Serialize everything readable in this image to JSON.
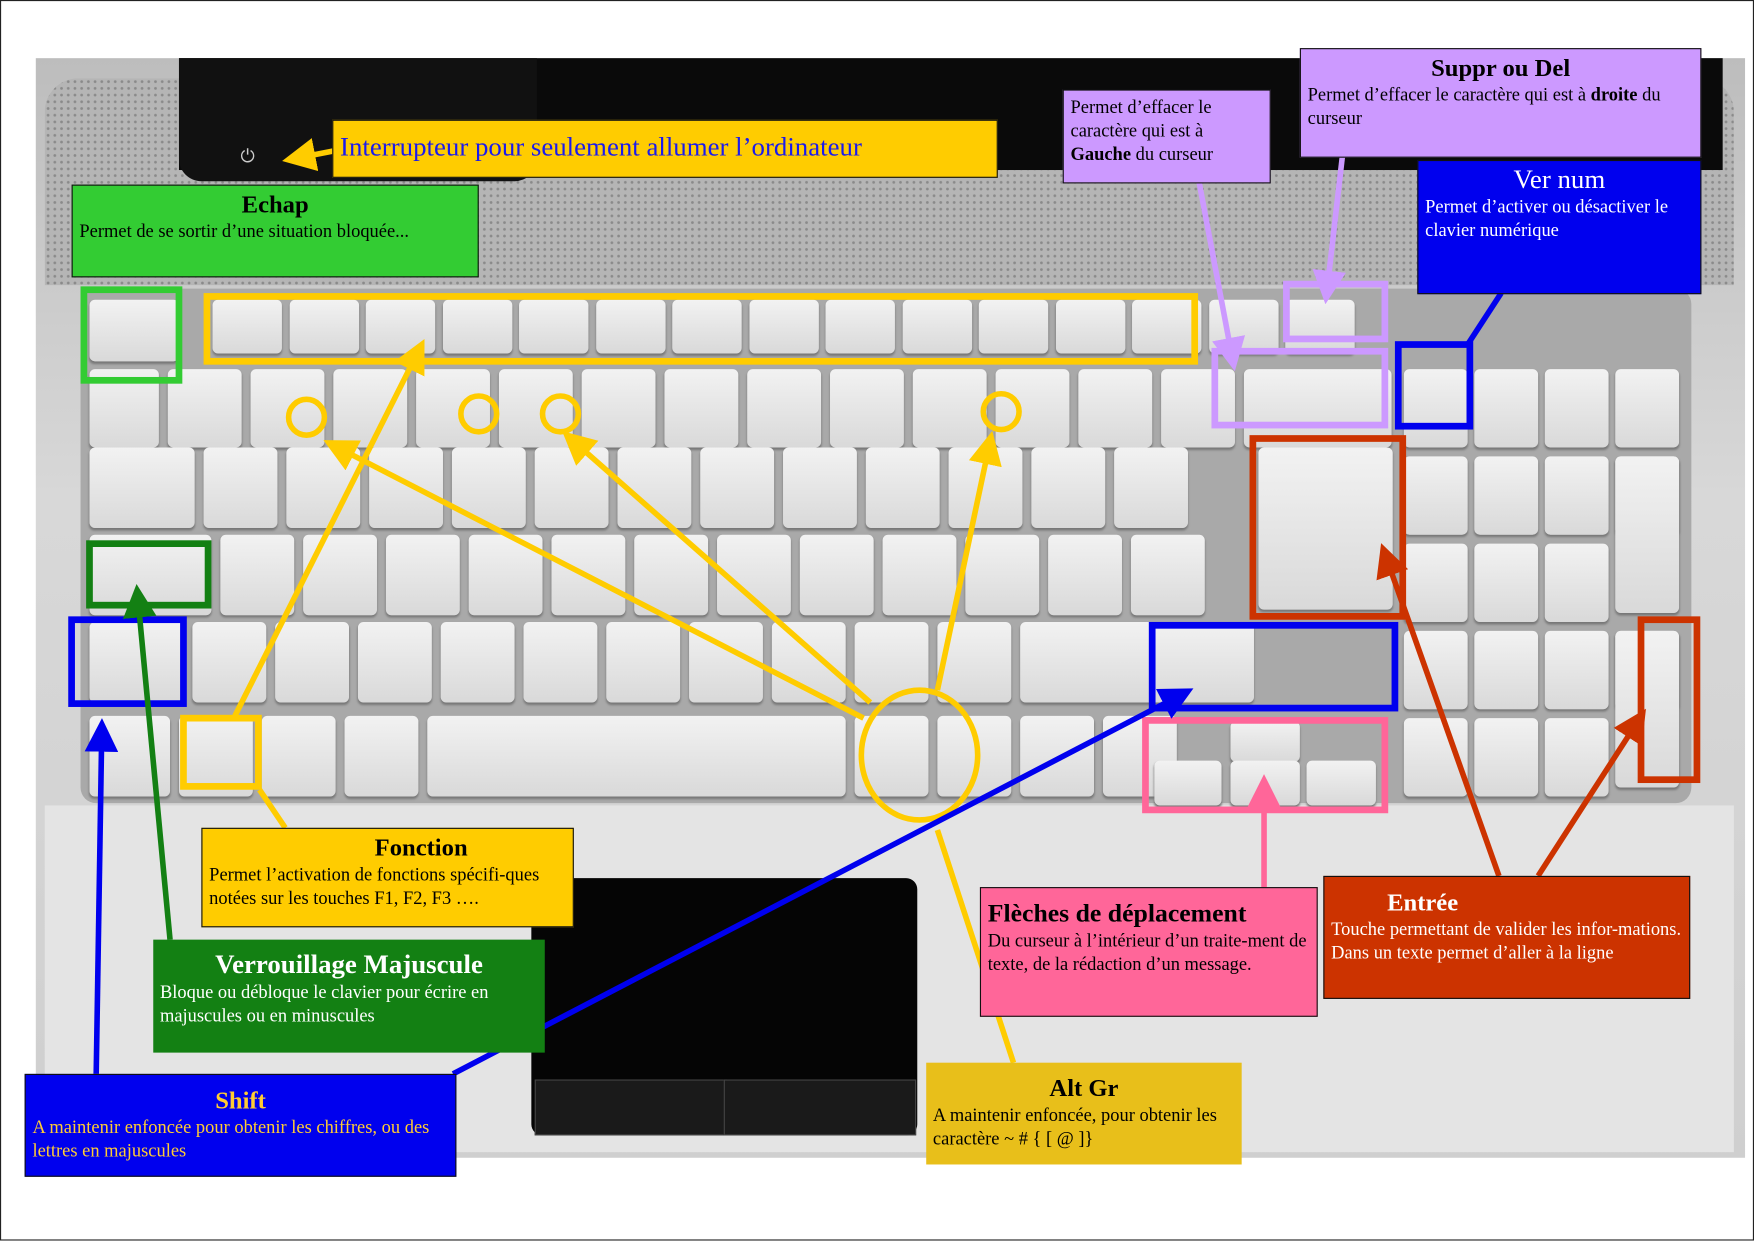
{
  "colors": {
    "yellow": "#ffcc00",
    "green": "#33cc33",
    "darkgreen": "#138013",
    "blue": "#0000ee",
    "purple": "#cc99ff",
    "pink": "#ff6699",
    "red": "#cc3300",
    "altgr": "#e8bf1a"
  },
  "power": {
    "text": "Interrupteur pour seulement allumer l’ordinateur"
  },
  "echap": {
    "title": "Echap",
    "text": "Permet de se sortir d’une situation bloquée..."
  },
  "backspace": {
    "line1": "Permet d’effacer le caractère qui est à",
    "bold": "Gauche",
    "line2": " du curseur"
  },
  "suppr": {
    "title": "Suppr ou Del",
    "text": "Permet d’effacer le caractère qui est à ",
    "bold": "droite",
    "text2": " du curseur"
  },
  "vernum": {
    "title": "Ver num",
    "text": "Permet d’activer ou désactiver le clavier numérique"
  },
  "fonction": {
    "title": "Fonction",
    "text": "Permet l’activation de fonctions spécifi-ques notées sur les touches F1, F2, F3 …."
  },
  "capslock": {
    "title": "Verrouillage Majuscule",
    "text": "Bloque ou débloque le clavier pour écrire en majuscules ou en minuscules"
  },
  "shift": {
    "title": "Shift",
    "text": "A maintenir enfoncée pour  obtenir les chiffres, ou des lettres en majuscules"
  },
  "arrows": {
    "title": "Flèches de déplacement",
    "text": "Du curseur à l’intérieur d’un traite-ment de texte, de la rédaction d’un message."
  },
  "enter": {
    "title": "Entrée",
    "line1": "Touche permettant de valider les infor-mations.",
    "line2": "Dans un texte permet d’aller à la ligne"
  },
  "altgr": {
    "title": "Alt Gr",
    "text": "A maintenir enfoncée, pour obtenir les caractère ~ # { [ @ ]}"
  }
}
